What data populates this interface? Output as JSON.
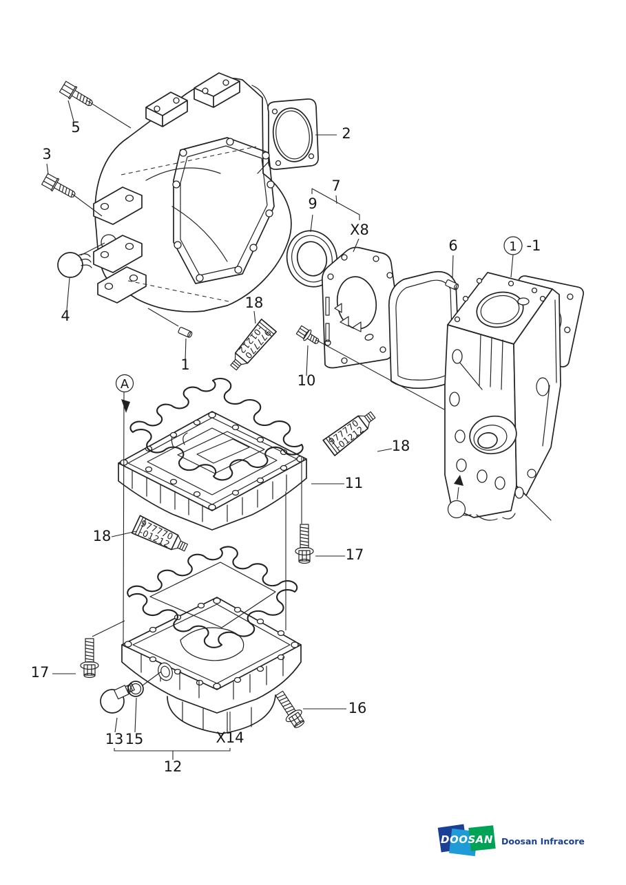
{
  "diagram": {
    "callouts": [
      {
        "id": "bolt-5",
        "label": "5"
      },
      {
        "id": "bolt-3",
        "label": "3"
      },
      {
        "id": "flywheel-housing-2",
        "label": "2"
      },
      {
        "id": "plug-4",
        "label": "4"
      },
      {
        "id": "oil-seal-9",
        "label": "9"
      },
      {
        "id": "seal-group-7",
        "label": "7"
      },
      {
        "id": "qty-x8",
        "label": "X8"
      },
      {
        "id": "pin-6",
        "label": "6"
      },
      {
        "id": "block-ref-1",
        "label": "1"
      },
      {
        "id": "block-ref-suffix",
        "label": "-1"
      },
      {
        "id": "sealant-18-top",
        "label": "18"
      },
      {
        "id": "dowel-pin-1",
        "label": "1"
      },
      {
        "id": "bolt-10",
        "label": "10"
      },
      {
        "id": "view-a-upper",
        "label": "A"
      },
      {
        "id": "upper-oil-pan-11",
        "label": "11"
      },
      {
        "id": "sealant-18-mid",
        "label": "18"
      },
      {
        "id": "sealant-18-low",
        "label": "18"
      },
      {
        "id": "bolt-17-right",
        "label": "17"
      },
      {
        "id": "bolt-17-left",
        "label": "17"
      },
      {
        "id": "bolt-16",
        "label": "16"
      },
      {
        "id": "drain-plug-13",
        "label": "13"
      },
      {
        "id": "o-ring-15",
        "label": "15"
      },
      {
        "id": "qty-x14",
        "label": "X14"
      },
      {
        "id": "lower-oil-pan-12",
        "label": "12"
      }
    ],
    "sealant_tube": {
      "line1": "977770",
      "line2": "-01212"
    }
  },
  "footer_logo": {
    "brand": "DOOSAN",
    "company": "Doosan Infracore",
    "colors": {
      "navy": "#1b3f94",
      "light_blue": "#1f9bd7",
      "green": "#00a356"
    }
  }
}
